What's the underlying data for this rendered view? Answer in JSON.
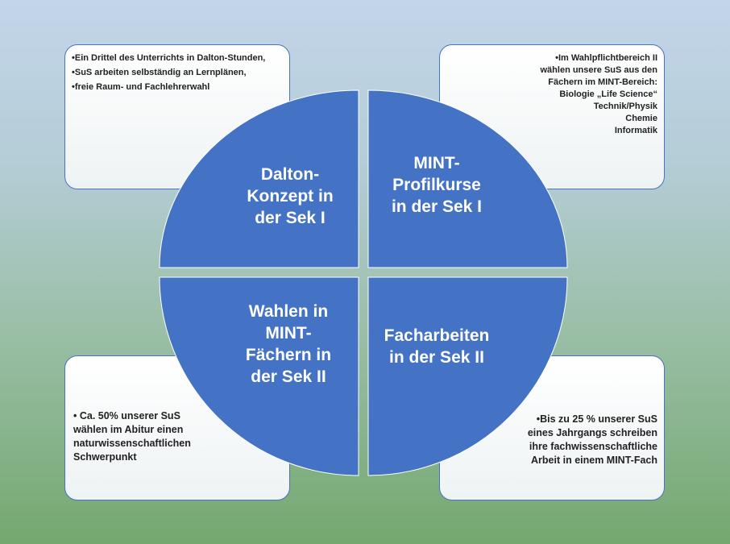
{
  "quadrants": {
    "top_left": {
      "label_lines": [
        "Dalton-",
        "Konzept in",
        "der Sek I"
      ]
    },
    "top_right": {
      "label_lines": [
        "MINT-",
        "Profilkurse",
        "in der Sek I"
      ]
    },
    "bottom_left": {
      "label_lines": [
        "Wahlen in",
        "MINT-",
        "Fächern in",
        "der Sek II"
      ]
    },
    "bottom_right": {
      "label_lines": [
        "Facharbeiten",
        "in der Sek II"
      ]
    }
  },
  "boxes": {
    "top_left": [
      "•Ein Drittel des Unterrichts in Dalton-Stunden,",
      "•SuS arbeiten selbständig an Lernplänen,",
      "•freie Raum- und Fachlehrerwahl"
    ],
    "top_right": {
      "lines": [
        "•Im Wahlpflichtbereich II",
        "wählen unsere SuS aus den",
        "Fächern im MINT-Bereich:",
        "Biologie „Life Science“",
        "Technik/Physik",
        "Chemie",
        "Informatik"
      ]
    },
    "bottom_left": [
      "• Ca. 50% unserer SuS wählen im Abitur einen naturwissenschaftlichen Schwerpunkt"
    ],
    "bottom_right": {
      "lines": [
        "•Bis zu 25 % unserer SuS",
        "eines Jahrgangs schreiben",
        "ihre fachwissenschaftliche",
        "Arbeit in einem MINT-Fach"
      ]
    }
  },
  "colors": {
    "quadrant": "#4472c4",
    "border": "#4a72c4"
  }
}
